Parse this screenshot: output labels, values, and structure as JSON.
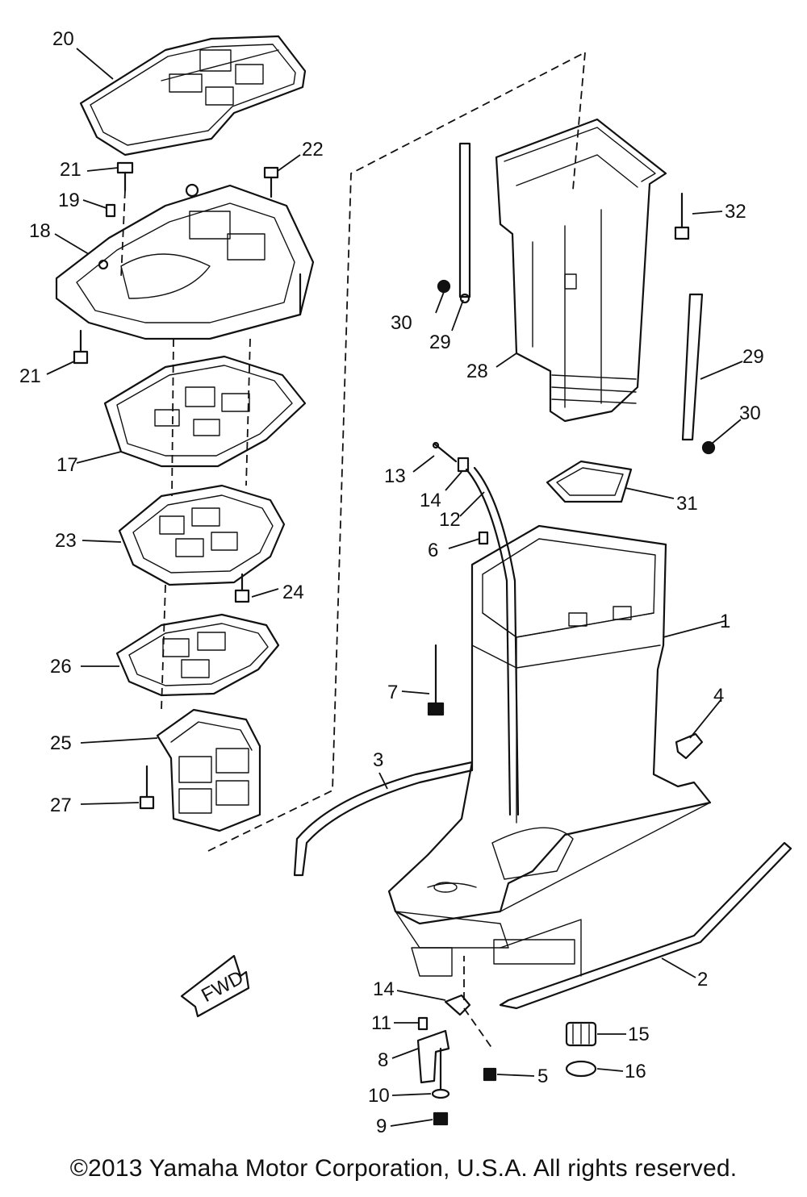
{
  "callouts": {
    "c1": "1",
    "c2": "2",
    "c3": "3",
    "c4": "4",
    "c5": "5",
    "c6": "6",
    "c7": "7",
    "c8": "8",
    "c9": "9",
    "c10": "10",
    "c11": "11",
    "c12": "12",
    "c13": "13",
    "c14a": "14",
    "c14b": "14",
    "c15": "15",
    "c16": "16",
    "c17": "17",
    "c18": "18",
    "c19": "19",
    "c20": "20",
    "c21a": "21",
    "c21b": "21",
    "c22": "22",
    "c23": "23",
    "c24": "24",
    "c25": "25",
    "c26": "26",
    "c27": "27",
    "c28": "28",
    "c29a": "29",
    "c29b": "29",
    "c30a": "30",
    "c30b": "30",
    "c31": "31",
    "c32": "32"
  },
  "fwd_label": "FWD",
  "copyright": "©2013 Yamaha Motor Corporation, U.S.A. All rights reserved."
}
